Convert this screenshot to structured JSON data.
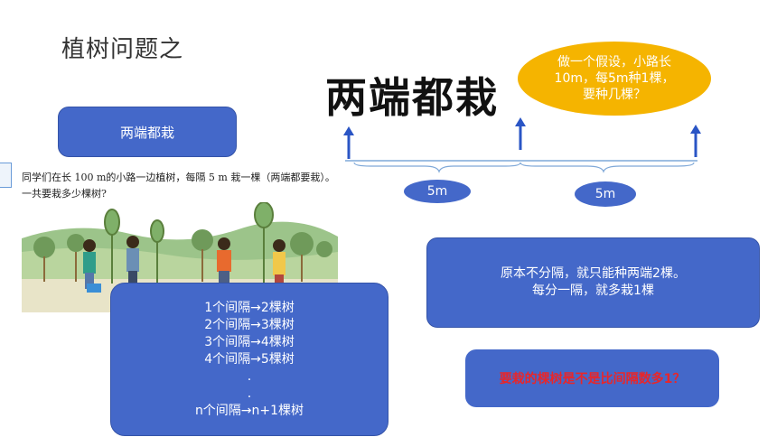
{
  "slide": {
    "title": "植树问题之",
    "big_title": "两端都栽"
  },
  "bubble": {
    "text": "做一个假设，小路长10m，每5m种1棵，要种几棵？",
    "color": "#f5b400"
  },
  "label_box": {
    "text": "两端都栽"
  },
  "problem": {
    "line1": "同学们在长 100 m的小路一边植树，每隔 5 m 栽一棵（两端都要栽）。",
    "line2": "一共要栽多少棵树?"
  },
  "diagram": {
    "segment_labels": [
      "5m",
      "5m"
    ],
    "tree_count": 3
  },
  "list_box": {
    "lines": [
      "1个间隔→2棵树",
      "2个间隔→3棵树",
      "3个间隔→4棵树",
      "4个间隔→5棵树",
      ".",
      ".",
      "n个间隔→n+1棵树"
    ]
  },
  "explain_box": {
    "line1": "原本不分隔，就只能种两端2棵。",
    "line2": "每分一隔，就多栽1棵"
  },
  "question_box": {
    "text": "要栽的棵树是不是比间隔数多1？",
    "color": "#e8262a"
  },
  "colors": {
    "blue": "#4468c9",
    "tree_arrow": "#2a55c5"
  }
}
